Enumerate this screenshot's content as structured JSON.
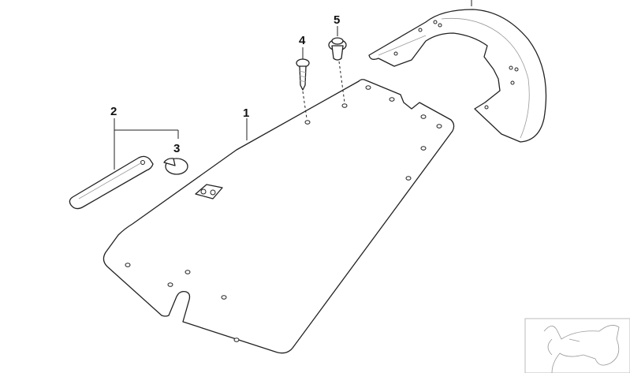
{
  "diagram": {
    "part_labels": [
      "1",
      "2",
      "3",
      "4",
      "5"
    ],
    "colors": {
      "line": "#222222",
      "background": "#ffffff"
    }
  }
}
